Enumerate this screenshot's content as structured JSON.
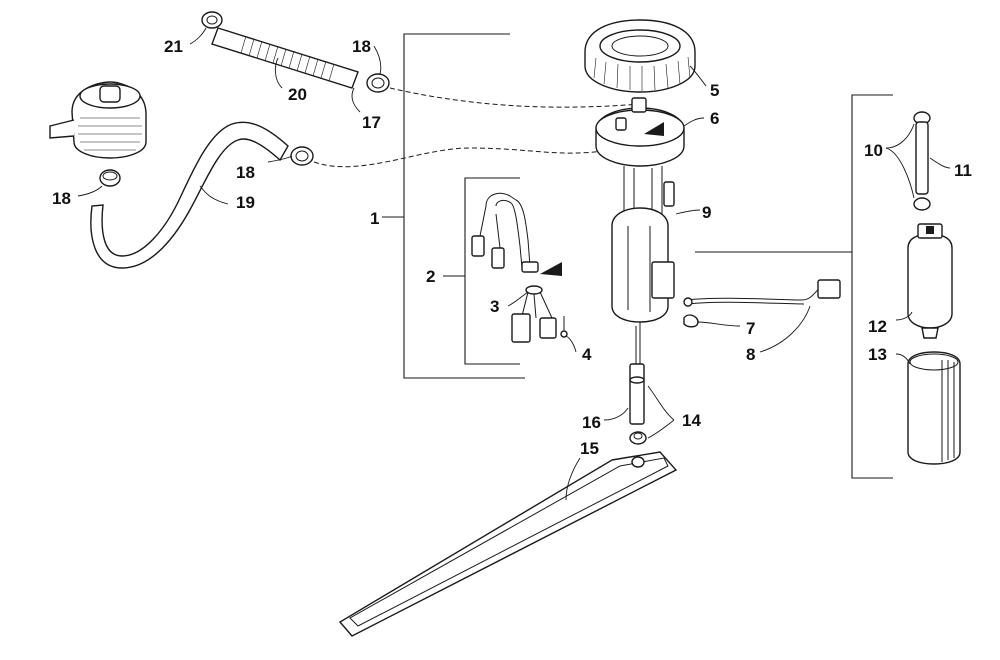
{
  "diagram": {
    "labels": {
      "p1": "1",
      "p2": "2",
      "p3": "3",
      "p4": "4",
      "p5": "5",
      "p6": "6",
      "p7": "7",
      "p8": "8",
      "p9": "9",
      "p10": "10",
      "p11": "11",
      "p12": "12",
      "p13": "13",
      "p14": "14",
      "p15": "15",
      "p16": "16",
      "p17": "17",
      "p18a": "18",
      "p18b": "18",
      "p18c": "18",
      "p19": "19",
      "p20": "20",
      "p21": "21"
    },
    "colors": {
      "line": "#1a1a1a",
      "background": "#ffffff"
    }
  }
}
